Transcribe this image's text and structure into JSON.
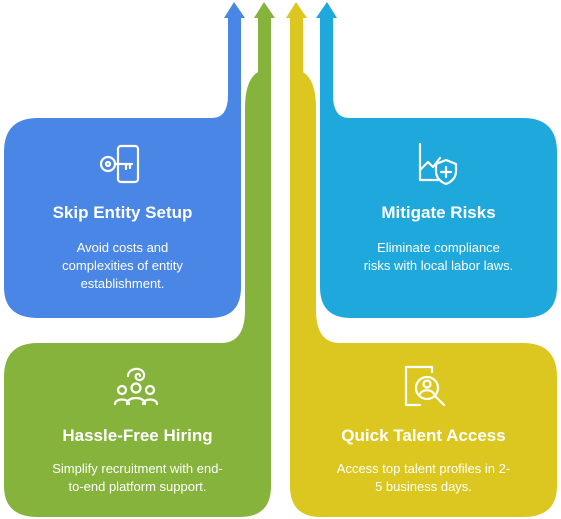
{
  "colors": {
    "blue": "#4a86e6",
    "cyan": "#1fa8dc",
    "green": "#86b33b",
    "yellow": "#dcc721",
    "text": "#ffffff"
  },
  "cards": [
    {
      "id": "skip-entity-setup",
      "title": "Skip Entity Setup",
      "description": [
        "Avoid costs and",
        "complexities of entity",
        "establishment."
      ],
      "color": "blue",
      "icon": "key-icon"
    },
    {
      "id": "mitigate-risks",
      "title": "Mitigate Risks",
      "description": [
        "Eliminate compliance",
        "risks with local labor laws."
      ],
      "color": "cyan",
      "icon": "chart-shield-icon"
    },
    {
      "id": "hassle-free-hiring",
      "title": "Hassle-Free Hiring",
      "description": [
        "Simplify recruitment with end-",
        "to-end platform support."
      ],
      "color": "green",
      "icon": "team-icon"
    },
    {
      "id": "quick-talent-access",
      "title": "Quick Talent Access",
      "description": [
        "Access top talent profiles in 2-",
        "5 business days."
      ],
      "color": "yellow",
      "icon": "profile-search-icon"
    }
  ]
}
